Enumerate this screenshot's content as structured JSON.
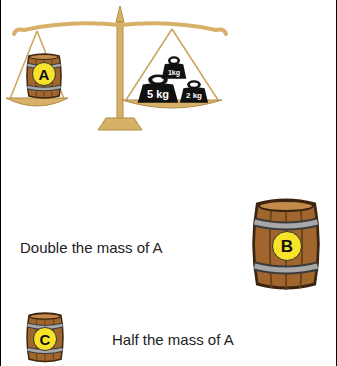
{
  "diagram": {
    "nodes": [
      {
        "text": [
          "A"
        ]
      },
      {
        "text": [
          "1kg"
        ]
      },
      {
        "text": [
          "5 kg"
        ]
      },
      {
        "text": [
          "2 kg"
        ]
      },
      {
        "text": [
          "B"
        ]
      },
      {
        "text": [
          "C"
        ]
      }
    ],
    "labels": [
      "Double the mass of A",
      "Half the mass of A"
    ]
  }
}
